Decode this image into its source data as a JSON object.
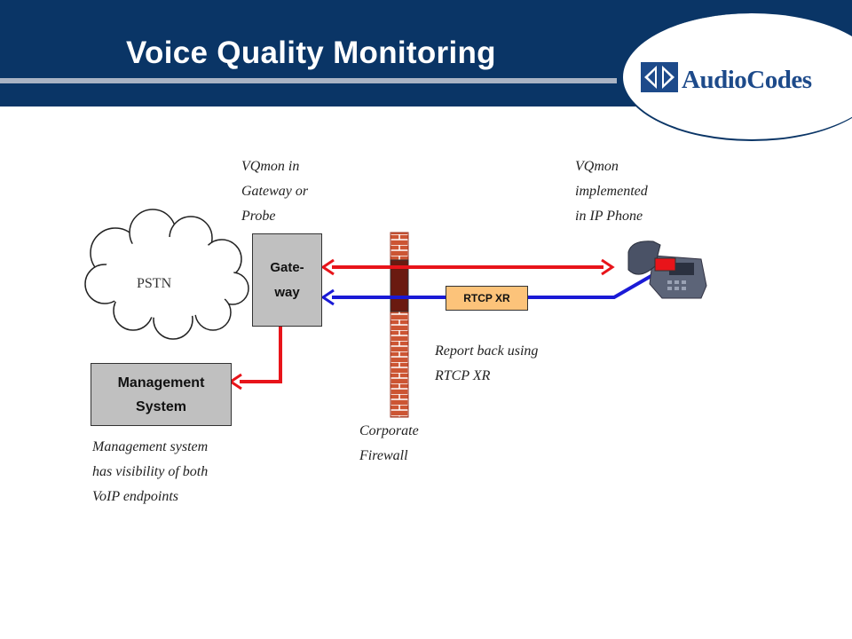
{
  "slide": {
    "title": "Voice Quality Monitoring",
    "logo_text": "AudioCodes"
  },
  "colors": {
    "header_bg": "#0a3566",
    "red_path": "#e8141a",
    "blue_path": "#1a1ad6",
    "firewall_brick": "#cc5533",
    "box_gray": "#c0c0c0",
    "rtcp_label_bg": "#fcc37a"
  },
  "diagram": {
    "pstn_label": "PSTN",
    "gateway_label_1": "Gate-",
    "gateway_label_2": "way",
    "management_label_1": "Management",
    "management_label_2": "System",
    "rtcp_label": "RTCP XR",
    "notes": {
      "vqmon_gateway": [
        "VQmon in",
        "Gateway or",
        "Probe"
      ],
      "vqmon_phone": [
        "VQmon",
        "implemented",
        "in IP Phone"
      ],
      "report_back": [
        "Report back using",
        "RTCP XR"
      ],
      "firewall": [
        "Corporate",
        "Firewall"
      ],
      "management_visibility": [
        "Management system",
        "has visibility of both",
        "VoIP endpoints"
      ]
    },
    "icons": [
      "cloud-icon",
      "firewall-icon",
      "ip-phone-icon",
      "audiocodes-logo-icon"
    ]
  }
}
